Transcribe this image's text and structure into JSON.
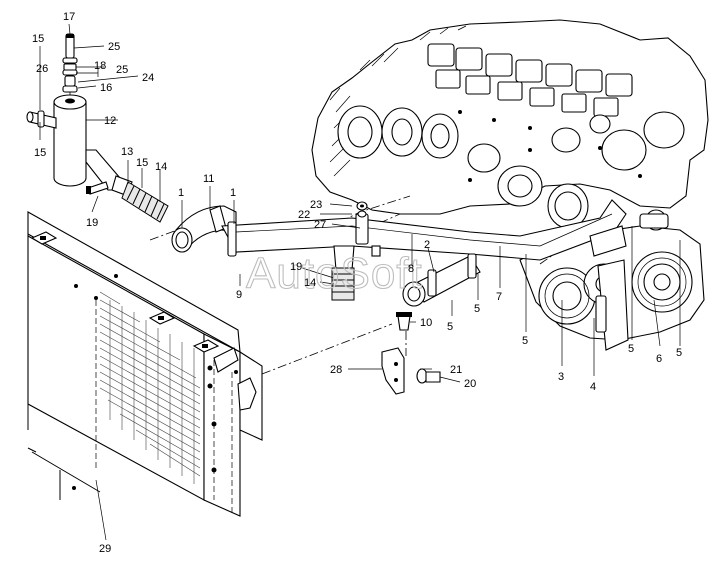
{
  "watermark": "AutoSoft",
  "callouts": [
    {
      "id": "c17",
      "label": "17"
    },
    {
      "id": "c25a",
      "label": "25"
    },
    {
      "id": "c15a",
      "label": "15"
    },
    {
      "id": "c26",
      "label": "26"
    },
    {
      "id": "c18",
      "label": "18"
    },
    {
      "id": "c25b",
      "label": "25"
    },
    {
      "id": "c24",
      "label": "24"
    },
    {
      "id": "c16",
      "label": "16"
    },
    {
      "id": "c12",
      "label": "12"
    },
    {
      "id": "c15b",
      "label": "15"
    },
    {
      "id": "c13",
      "label": "13"
    },
    {
      "id": "c15c",
      "label": "15"
    },
    {
      "id": "c14a",
      "label": "14"
    },
    {
      "id": "c19a",
      "label": "19"
    },
    {
      "id": "c1a",
      "label": "1"
    },
    {
      "id": "c11",
      "label": "11"
    },
    {
      "id": "c1b",
      "label": "1"
    },
    {
      "id": "c23",
      "label": "23"
    },
    {
      "id": "c22",
      "label": "22"
    },
    {
      "id": "c27",
      "label": "27"
    },
    {
      "id": "c19b",
      "label": "19"
    },
    {
      "id": "c14b",
      "label": "14"
    },
    {
      "id": "c9",
      "label": "9"
    },
    {
      "id": "c2",
      "label": "2"
    },
    {
      "id": "c8",
      "label": "8"
    },
    {
      "id": "c7",
      "label": "7"
    },
    {
      "id": "c5a",
      "label": "5"
    },
    {
      "id": "c5b",
      "label": "5"
    },
    {
      "id": "c5c",
      "label": "5"
    },
    {
      "id": "c5d",
      "label": "5"
    },
    {
      "id": "c5e",
      "label": "5"
    },
    {
      "id": "c6",
      "label": "6"
    },
    {
      "id": "c10",
      "label": "10"
    },
    {
      "id": "c3",
      "label": "3"
    },
    {
      "id": "c4",
      "label": "4"
    },
    {
      "id": "c28",
      "label": "28"
    },
    {
      "id": "c21",
      "label": "21"
    },
    {
      "id": "c20",
      "label": "20"
    },
    {
      "id": "c29",
      "label": "29"
    }
  ]
}
